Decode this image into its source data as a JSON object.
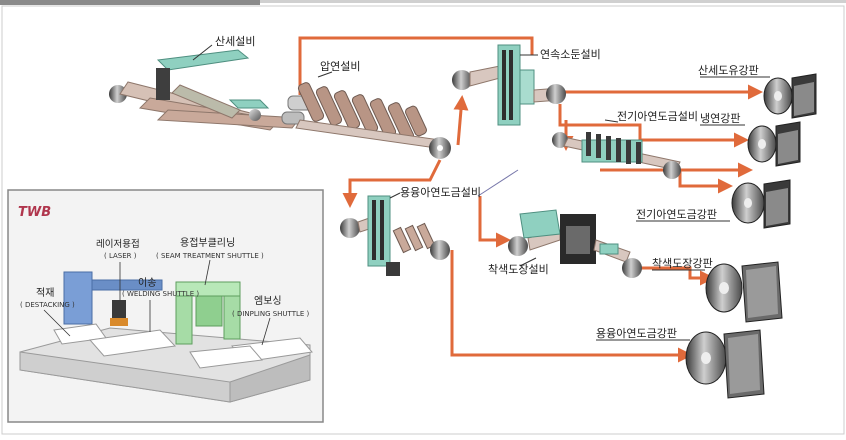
{
  "labels": {
    "pickling": "산세설비",
    "rolling": "압연설비",
    "annealing": "연속소둔설비",
    "pickled_oil": "산세도유강판",
    "cold_rolled": "냉연강판",
    "electro_line": "전기아연도금설비",
    "hot_dip_line": "용융아연도금설비",
    "electro_sheet": "전기아연도금강판",
    "color_line": "착색도장설비",
    "color_sheet": "착색도장강판",
    "hot_dip_sheet": "용융아연도금강판"
  },
  "twb": {
    "title": "TWB",
    "laser_ko": "레이저용접",
    "laser_en": "( LASER )",
    "seam_ko": "용접부클리닝",
    "seam_en": "( SEAM TREATMENT SHUTTLE )",
    "transfer_ko": "이송",
    "transfer_en": "( WELDING SHUTTLE )",
    "stack_ko": "적재",
    "stack_en": "( DESTACKING )",
    "emboss_ko": "엠보싱",
    "emboss_en": "( DINPLING SHUTTLE )"
  },
  "colors": {
    "flow_arrow": "#e06a3b",
    "equipment_green": "#8fd0c0",
    "steel_strip": "#c9a99a",
    "roll_gray": "#5a5a5a",
    "inset_border": "#888888",
    "inset_bg": "#f3f3f3",
    "twb_title": "#b0364d"
  }
}
